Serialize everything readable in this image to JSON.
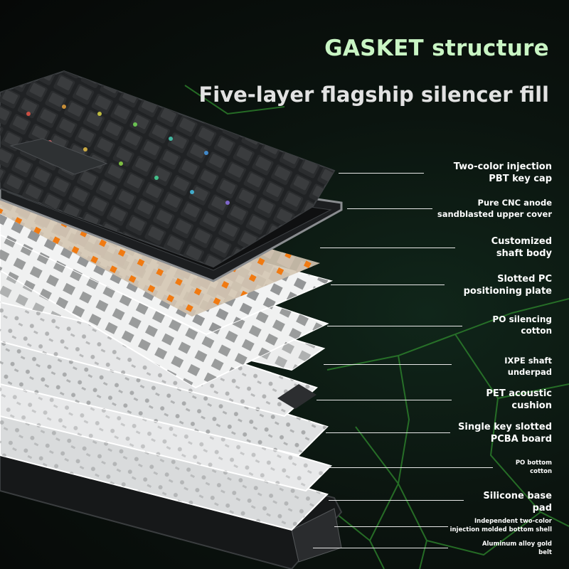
{
  "title": "GASKET structure",
  "subtitle": "Five-layer flagship silencer fill",
  "layers": [
    {
      "line1": "Two-color injection",
      "line2": "PBT key cap"
    },
    {
      "line1": "Pure CNC anode",
      "line2": "sandblasted upper cover"
    },
    {
      "line1": "Customized",
      "line2": "shaft body"
    },
    {
      "line1": "Slotted PC",
      "line2": "positioning plate"
    },
    {
      "line1": "PO silencing",
      "line2": "cotton"
    },
    {
      "line1": "IXPE shaft",
      "line2": "underpad"
    },
    {
      "line1": "PET acoustic",
      "line2": "cushion"
    },
    {
      "line1": "Single key slotted",
      "line2": "PCBA board"
    },
    {
      "line1": "PO bottom",
      "line2": "cotton"
    },
    {
      "line1": "Silicone base",
      "line2": "pad"
    },
    {
      "line1": "Independent two-color",
      "line2": "injection molded bottom shell"
    },
    {
      "line1": "Aluminum alloy gold",
      "line2": "belt"
    }
  ],
  "colors": {
    "title": "#c9f5c4",
    "accent_glow": "#2f8a2e",
    "switch_stem": "#f07a12"
  }
}
